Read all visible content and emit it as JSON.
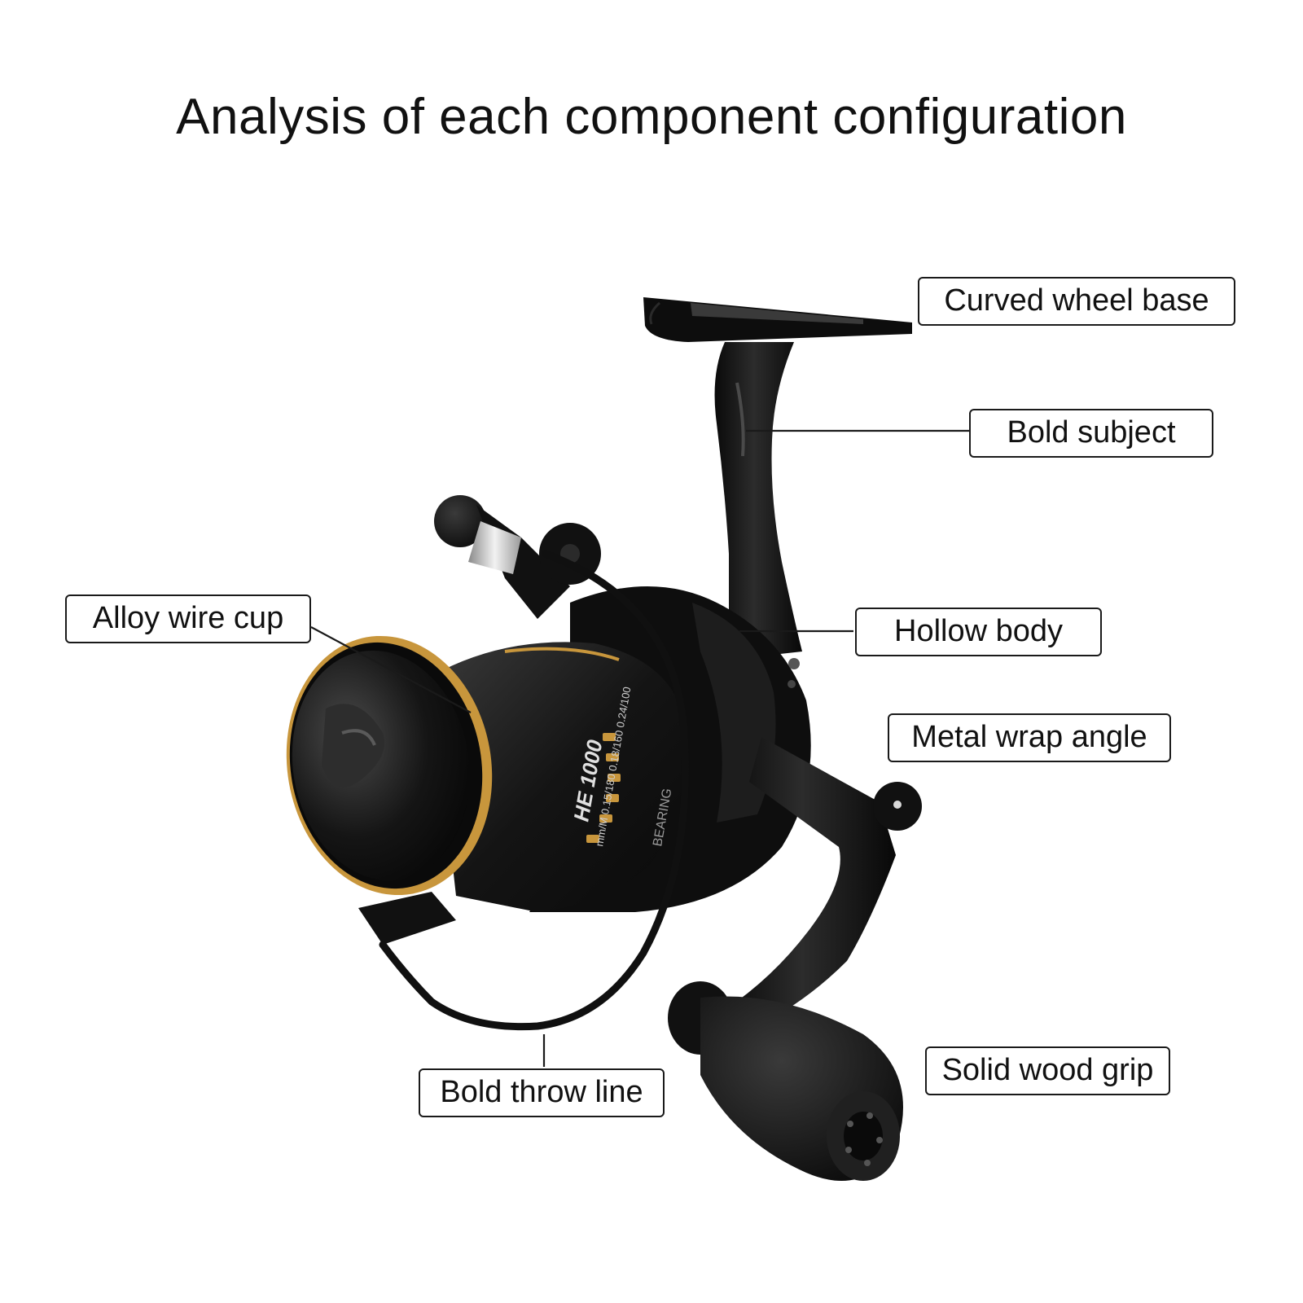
{
  "page": {
    "title": "Analysis of each component configuration"
  },
  "callouts": {
    "curved_wheel_base": "Curved wheel base",
    "bold_subject": "Bold subject",
    "alloy_wire_cup": "Alloy wire cup",
    "hollow_body": "Hollow body",
    "metal_wrap_angle": "Metal wrap angle",
    "bold_throw_line": "Bold throw line",
    "solid_wood_grip": "Solid wood grip"
  },
  "reel_markings": {
    "model": "HE 1000",
    "capacity": "mm/M 0.15/180 0.18/160 0.24/100",
    "bearing": "BEARING"
  },
  "colors": {
    "reel_body": "#0c0c0c",
    "accent_gold": "#c8963c",
    "leader_line": "#1a1a1a"
  }
}
